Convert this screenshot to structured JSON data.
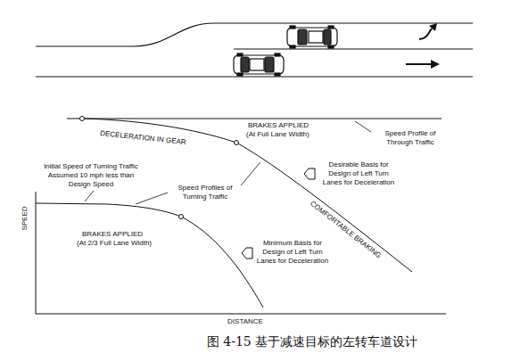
{
  "diagram": {
    "caption": "图 4-15 基于减速目标的左转车道设计",
    "labels": [
      "DECELERATION IN GEAR",
      "BRAKES APPLIED",
      "(At Full Lane Width)",
      "Speed Profile of Through Traffic",
      "Desirable Basis for Design of Left Turn Lanes for Deceleration",
      "Initial Speed of Turning Traffic Assumed 10 mph less than Design Speed",
      "Speed Profiles of Turning Traffic",
      "COMFORTABLE BRAKING",
      "BRAKES APPLIED",
      "(At 2/3 Full Lane Width)",
      "Minimum Basis for Design of Left Turn Lanes for Deceleration",
      "SPEED",
      "DISTANCE"
    ]
  }
}
